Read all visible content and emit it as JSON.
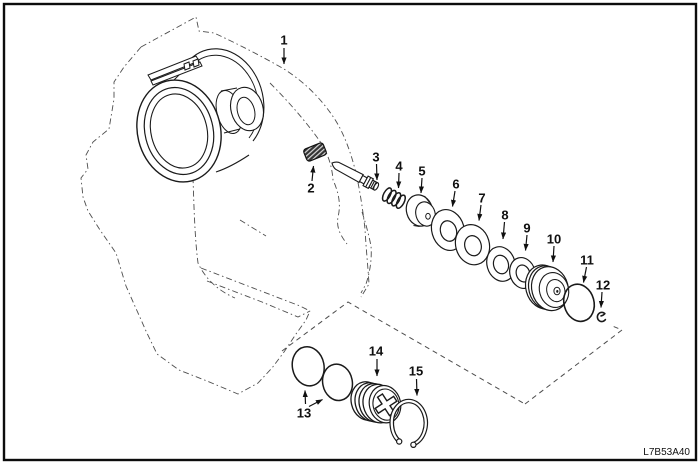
{
  "figure": {
    "code": "L7B53A40",
    "callouts": [
      {
        "label": "1"
      },
      {
        "label": "2"
      },
      {
        "label": "3"
      },
      {
        "label": "4"
      },
      {
        "label": "5"
      },
      {
        "label": "6"
      },
      {
        "label": "7"
      },
      {
        "label": "8"
      },
      {
        "label": "9"
      },
      {
        "label": "10"
      },
      {
        "label": "11"
      },
      {
        "label": "12"
      },
      {
        "label": "13"
      },
      {
        "label": "14"
      },
      {
        "label": "15"
      }
    ]
  }
}
